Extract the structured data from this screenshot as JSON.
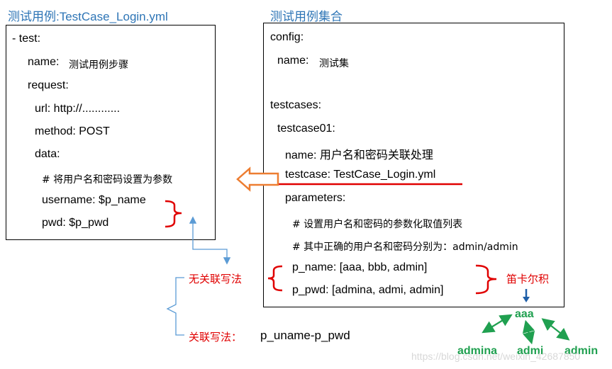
{
  "left": {
    "title": "测试用例:TestCase_Login.yml",
    "lines": [
      "- test:",
      "name:",
      "测试用例步骤",
      "request:",
      "url: http://............",
      "method: POST",
      "data:",
      "# 将用户名和密码设置为参数",
      "username: $p_name",
      "pwd: $p_pwd"
    ]
  },
  "right": {
    "title": "测试用例集合",
    "lines": [
      "config:",
      "name:",
      "测试集",
      "testcases:",
      "testcase01:",
      "name: 用户名和密码关联处理",
      "testcase: TestCase_Login.yml",
      "parameters:",
      "# 设置用户名和密码的参数化取值列表",
      "# 其中正确的用户名和密码分别为：admin/admin",
      "p_name: [aaa, bbb, admin]",
      "p_pwd: [admina, admi, admin]"
    ]
  },
  "notes": {
    "unrelated": "无关联写法",
    "related_label": "关联写法：",
    "related_value": "p_uname-p_pwd",
    "cartesian": "笛卡尔积"
  },
  "tree": {
    "root": "aaa",
    "children": [
      "admina",
      "admi",
      "admin"
    ]
  },
  "watermark": "https://blog.csdn.net/weixin_42687850",
  "colors": {
    "title": "#2E75B6",
    "red": "#E00000",
    "orange": "#ED7D31",
    "green": "#20A050",
    "blue_arrow": "#5B9BD5",
    "dark_blue": "#1F5FA8"
  }
}
